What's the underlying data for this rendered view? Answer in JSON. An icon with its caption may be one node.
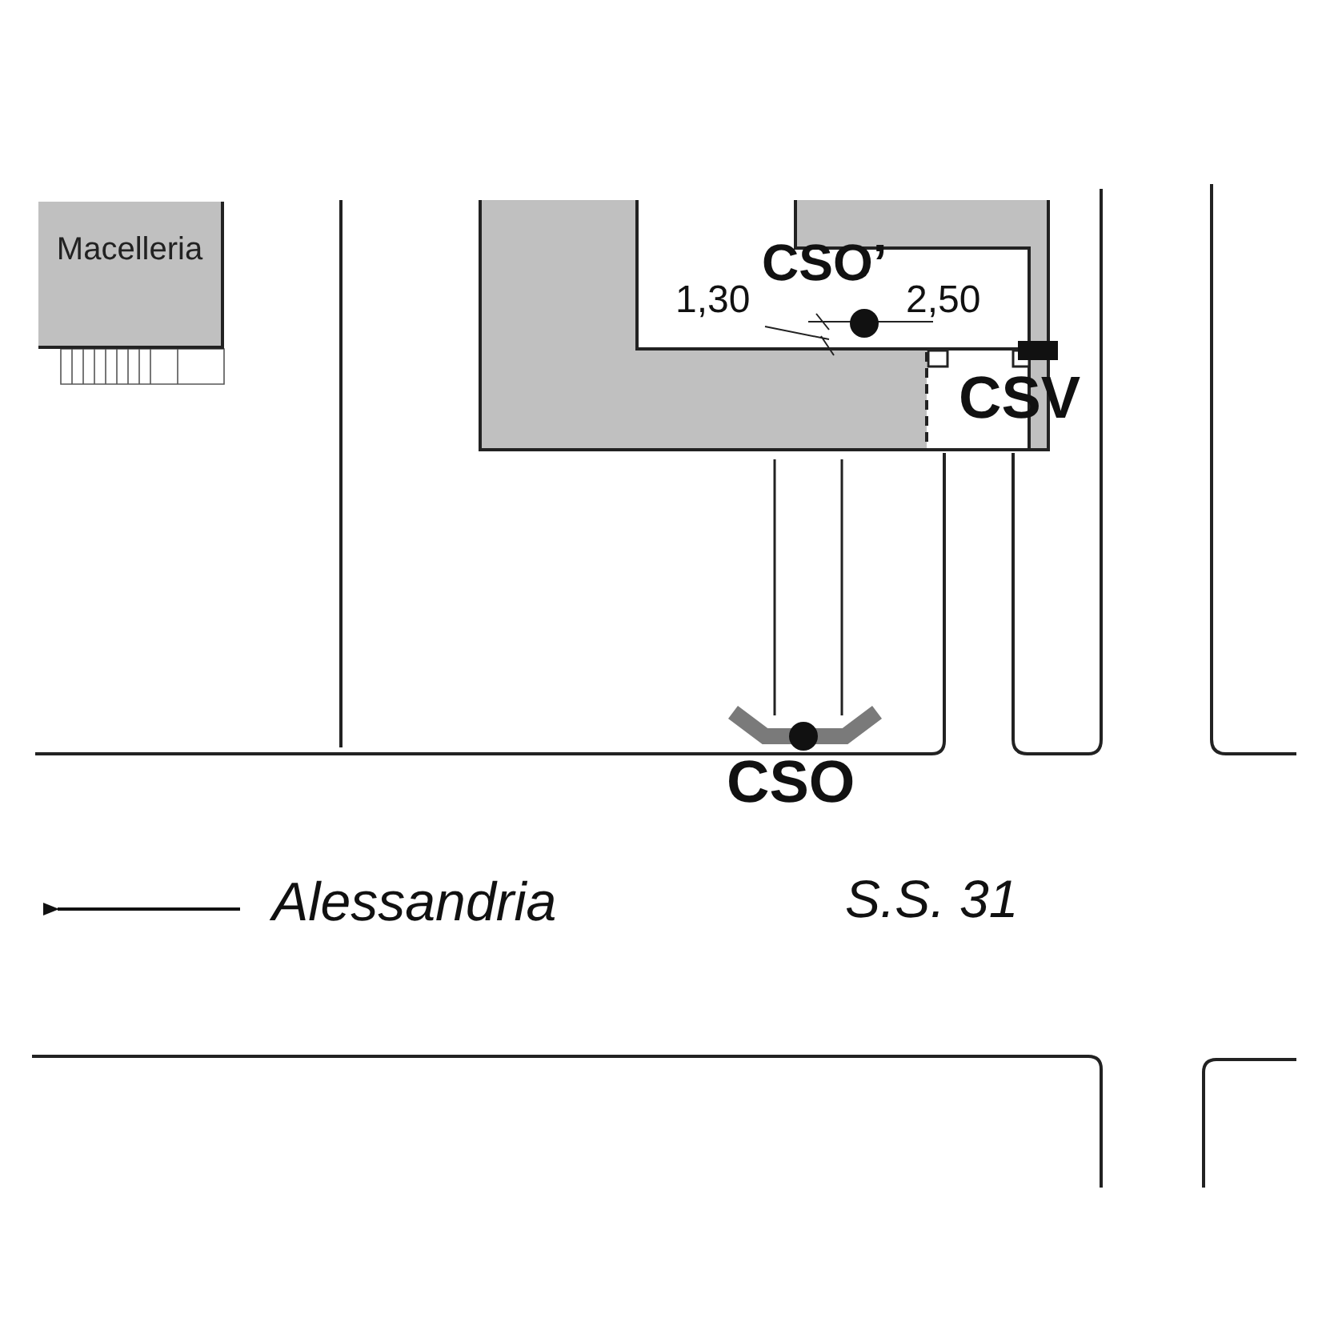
{
  "diagram": {
    "nodes": [
      {
        "text": [
          "Macelleria"
        ]
      }
    ],
    "labels": [
      "CSO’",
      "1,30",
      "2,50",
      "CSV",
      "CSO",
      "Alessandria",
      "S.S. 31"
    ]
  }
}
